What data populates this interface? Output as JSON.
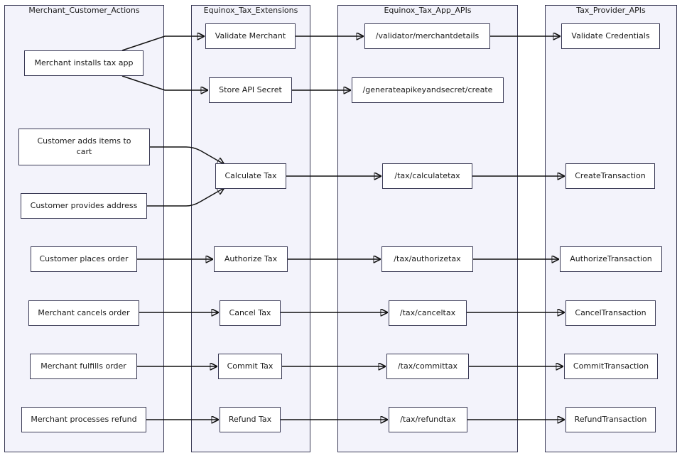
{
  "lanes": {
    "merchant_customer_actions": "Merchant_Customer_Actions",
    "equinox_tax_extensions": "Equinox_Tax_Extensions",
    "equinox_tax_app_apis": "Equinox_Tax_App_APIs",
    "tax_provider_apis": "Tax_Provider_APIs"
  },
  "actions": {
    "installs_tax_app": "Merchant installs tax app",
    "adds_items_to_cart": "Customer adds items to cart",
    "provides_address": "Customer provides address",
    "places_order": "Customer places order",
    "cancels_order": "Merchant cancels order",
    "fulfills_order": "Merchant fulfills order",
    "processes_refund": "Merchant processes refund"
  },
  "extensions": {
    "validate_merchant": "Validate Merchant",
    "store_api_secret": "Store API Secret",
    "calculate_tax": "Calculate Tax",
    "authorize_tax": "Authorize Tax",
    "cancel_tax": "Cancel Tax",
    "commit_tax": "Commit Tax",
    "refund_tax": "Refund Tax"
  },
  "app_apis": {
    "validator_merchantdetails": "/validator/merchantdetails",
    "generateapikeyandsecret_create": "/generateapikeyandsecret/create",
    "tax_calculatetax": "/tax/calculatetax",
    "tax_authorizetax": "/tax/authorizetax",
    "tax_canceltax": "/tax/canceltax",
    "tax_committax": "/tax/committax",
    "tax_refundtax": "/tax/refundtax"
  },
  "provider_apis": {
    "validate_credentials": "Validate Credentials",
    "create_transaction": "CreateTransaction",
    "authorize_transaction": "AuthorizeTransaction",
    "cancel_transaction": "CancelTransaction",
    "commit_transaction": "CommitTransaction",
    "refund_transaction": "RefundTransaction"
  }
}
